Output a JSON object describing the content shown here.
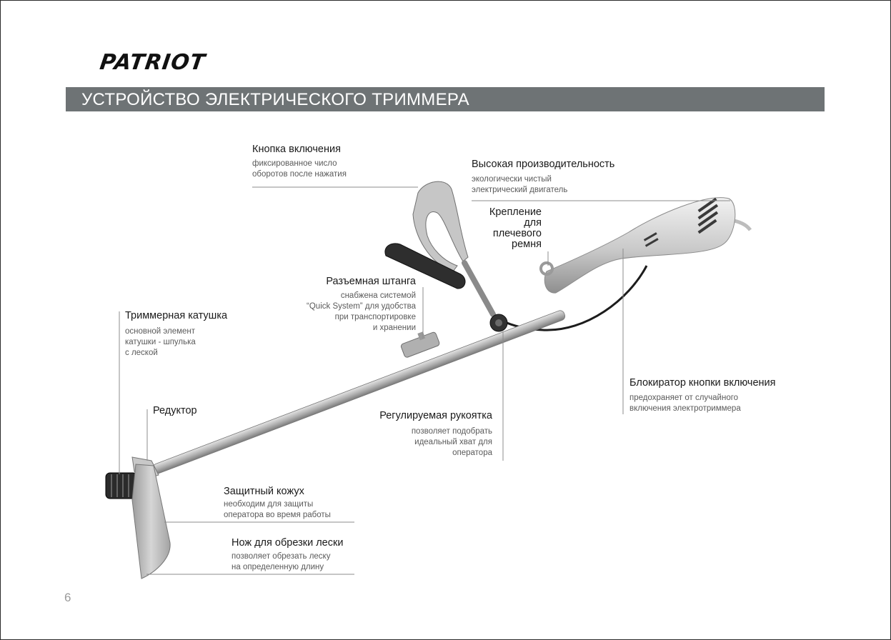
{
  "brand": "PATRIOT",
  "title": "УСТРОЙСТВО ЭЛЕКТРИЧЕСКОГО ТРИММЕРА",
  "page_number": "6",
  "colors": {
    "title_bar": "#6e7375",
    "title_text": "#ffffff",
    "label": "#1a1a1a",
    "description": "#5a5a5a"
  },
  "callouts": {
    "power_button": {
      "label": "Кнопка включения",
      "desc": "фиксированное число\nоборотов после нажатия"
    },
    "high_performance": {
      "label": "Высокая производительность",
      "desc": "экологически чистый\nэлектрический двигатель"
    },
    "strap_mount": {
      "label": "Крепление\nдля\nплечевого\nремня"
    },
    "split_shaft": {
      "label": "Разъемная штанга",
      "desc": "снабжена системой\n“Quick System” для удобства\nпри транспортировке\nи хранении"
    },
    "trimmer_head": {
      "label": "Триммерная катушка",
      "desc": "основной элемент\nкатушки - шпулька\nс леской"
    },
    "gearbox": {
      "label": "Редуктор"
    },
    "adjustable_handle": {
      "label": "Регулируемая рукоятка",
      "desc": "позволяет подобрать\nидеальный хват для\nоператора"
    },
    "button_lock": {
      "label": "Блокиратор кнопки включения",
      "desc": "предохраняет от случайного\nвключения электротриммера"
    },
    "guard": {
      "label": "Защитный кожух",
      "desc": "необходим для защиты\nоператора во время работы"
    },
    "line_cutter": {
      "label": "Нож для обрезки лески",
      "desc": "позволяет обрезать леску\nна определенную длину"
    }
  }
}
